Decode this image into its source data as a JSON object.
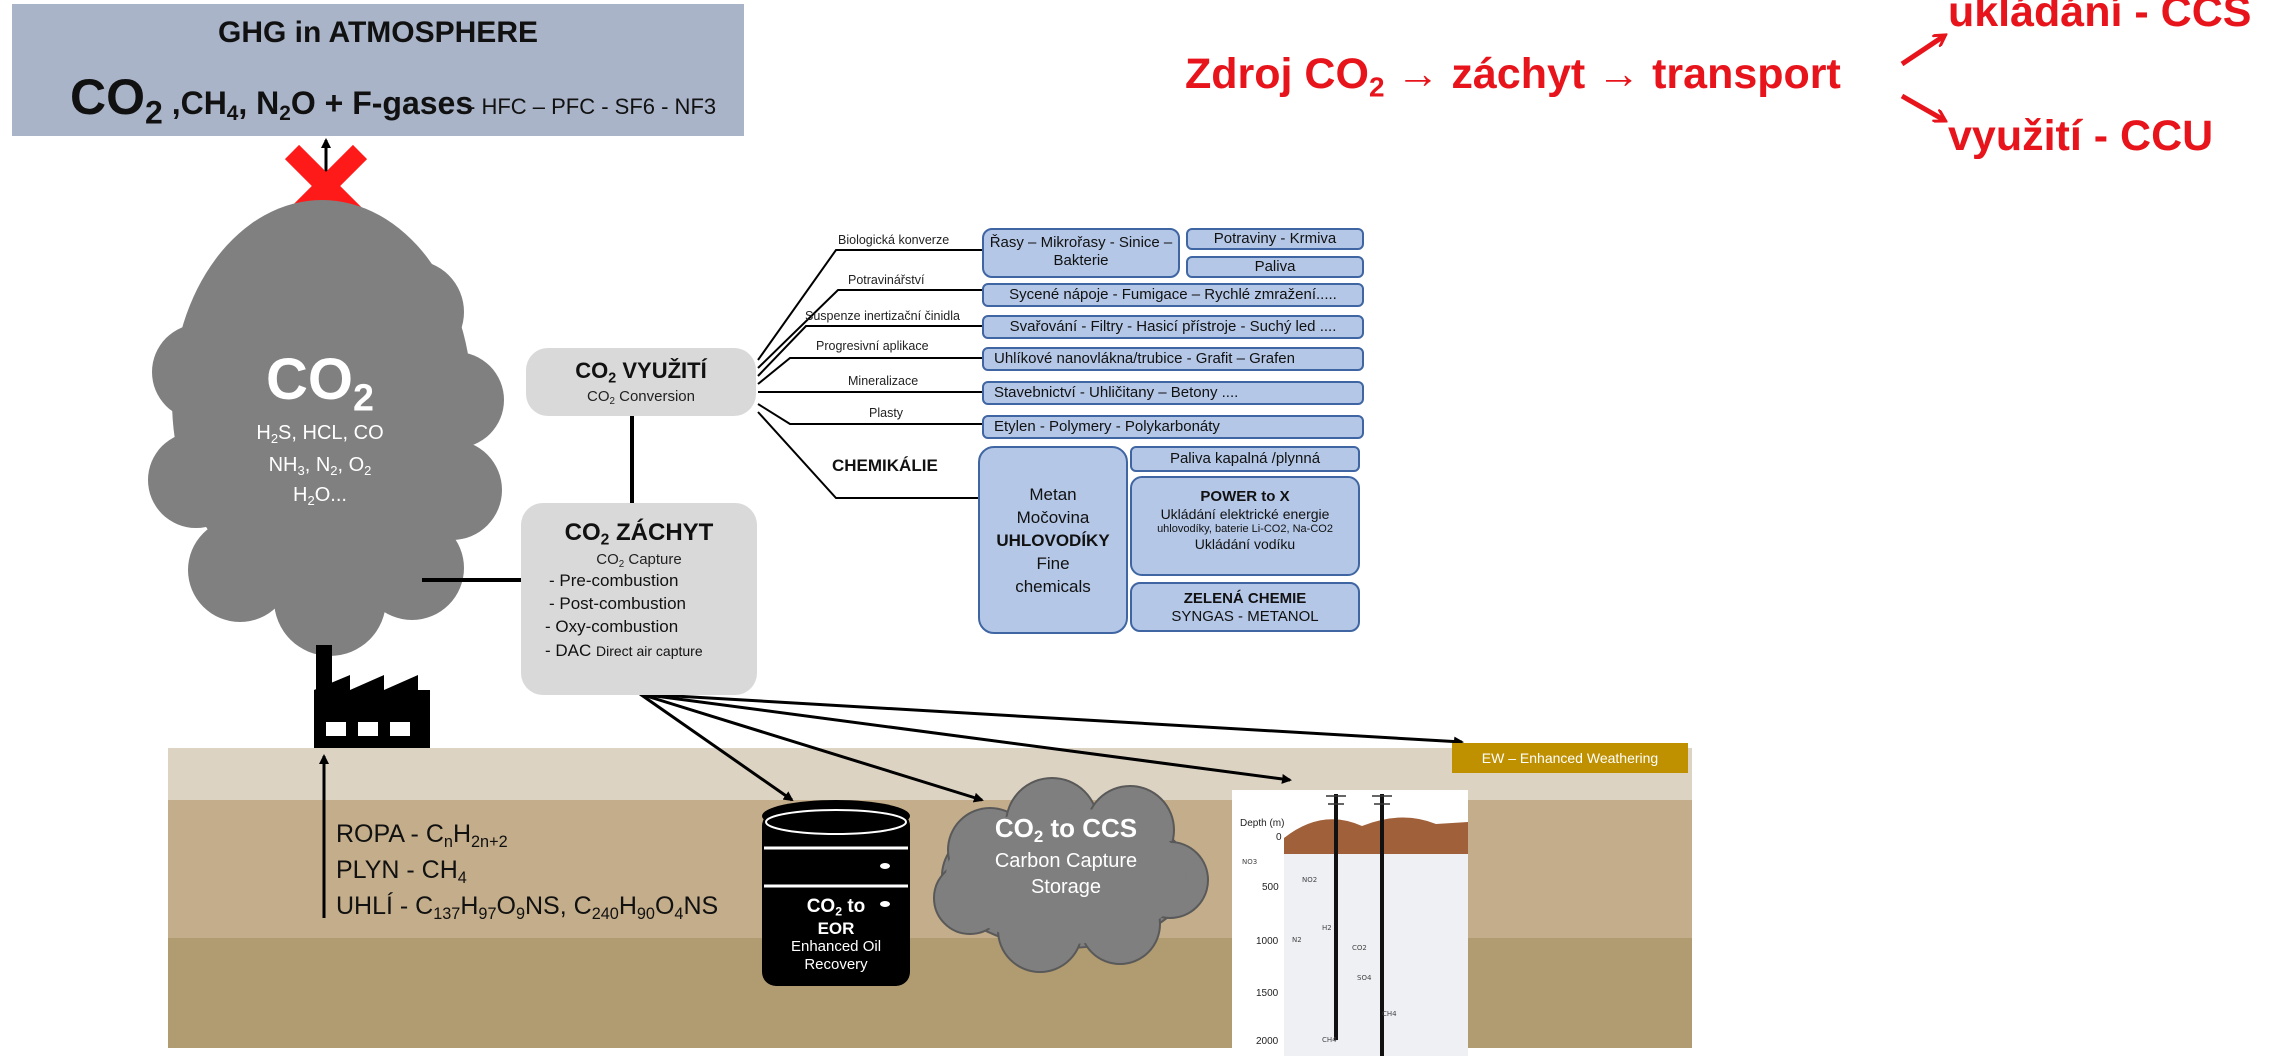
{
  "ghg": {
    "title": "GHG in ATMOSPHERE",
    "co2": "CO",
    "co2_sub": "2",
    "formula_rest_a": " ,CH",
    "ch4_sub": "4",
    "formula_rest_b": ", N",
    "n2o_sub": "2",
    "formula_rest_c": "O + F-gases",
    "fgases_list": "- HFC – PFC - SF6  - NF3"
  },
  "flow": {
    "source_a": "Zdroj CO",
    "source_sub": "2",
    "source_b": " → záchyt → transport",
    "ccs": "ukládání - CCS",
    "ccu": "využití - CCU"
  },
  "cloud": {
    "co2": "CO",
    "co2_sub": "2",
    "line1_a": "H",
    "line1_sub": "2",
    "line1_b": "S, HCL, CO",
    "line2_a": "NH",
    "line2_sub1": "3",
    "line2_b": ", N",
    "line2_sub2": "2",
    "line2_c": ", O",
    "line2_sub3": "2",
    "line3_a": "H",
    "line3_sub": "2",
    "line3_b": "O..."
  },
  "vyuziti": {
    "title_a": "CO",
    "title_sub": "2",
    "title_b": " VYUŽITÍ",
    "subtitle_a": "CO",
    "subtitle_sub": "2",
    "subtitle_b": " Conversion"
  },
  "zachyt": {
    "title_a": "CO",
    "title_sub": "2",
    "title_b": " ZÁCHYT",
    "subtitle_a": "CO",
    "subtitle_sub": "2",
    "subtitle_b": " Capture",
    "items": [
      "- Pre-combustion",
      "- Post-combustion",
      "-  Oxy-combustion",
      "-  DAC"
    ],
    "dac_detail": "Direct air capture"
  },
  "branches": {
    "labels": [
      "Biologická konverze",
      "Potravinářství",
      "Suspenze  inertizační činidla",
      "Progresivní aplikace",
      "Mineralizace",
      "Plasty",
      "CHEMIKÁLIE"
    ],
    "bio_box": "Řasy – Mikrořasy - Sinice –Bakterie",
    "bio_out1": "Potraviny - Krmiva",
    "bio_out2": "Paliva",
    "food": "Sycené nápoje  - Fumigace – Rychlé zmražení.....",
    "suspension": "Svařování  -  Filtry  - Hasicí přístroje  - Suchý led ....",
    "progressive": "Uhlíkové nanovlákna/trubice -  Grafit – Grafen",
    "mineral": "Stavebnictví  - Uhličitany – Betony ....",
    "plastics": "Etylen - Polymery - Polykarbonáty",
    "chem_box": [
      "Metan",
      "Močovina",
      "UHLOVODÍKY",
      "Fine",
      "chemicals"
    ],
    "fuels": "Paliva kapalná /plynná",
    "p2x_title": "POWER to X",
    "p2x_line1": "Ukládání  elektrické energie",
    "p2x_line2": "uhlovodíky, baterie Li-CO2, Na-CO2",
    "p2x_line3": "Ukládání vodíku",
    "green_title": "ZELENÁ CHEMIE",
    "green_sub": "SYNGAS - METANOL"
  },
  "ground": {
    "ropa_a": "ROPA - C",
    "ropa_sub1": "n",
    "ropa_b": "H",
    "ropa_sub2": "2n+2",
    "plyn_a": "PLYN  - CH",
    "plyn_sub": "4",
    "uhli_a": "UHLÍ  -  C",
    "uhli_s1": "137",
    "uhli_b": "H",
    "uhli_s2": "97",
    "uhli_c": "O",
    "uhli_s3": "9",
    "uhli_d": "NS,   C",
    "uhli_s4": "240",
    "uhli_e": "H",
    "uhli_s5": "90",
    "uhli_f": "O",
    "uhli_s6": "4",
    "uhli_g": "NS",
    "eor_a": "CO",
    "eor_sub": "2",
    "eor_b": "  to",
    "eor_c": "EOR",
    "eor_d": "Enhanced Oil",
    "eor_e": "Recovery",
    "ccs_a": "CO",
    "ccs_sub": "2",
    "ccs_b": "  to CCS",
    "ccs_c": "Carbon Capture",
    "ccs_d": "Storage",
    "ew": "EW – Enhanced Weathering"
  },
  "depth_figure": {
    "axis_title": "Depth (m)",
    "ticks": [
      "0",
      "500",
      "1000",
      "1500",
      "2000"
    ]
  },
  "colors": {
    "red": "#e8141b",
    "ghg_bg": "#a9b4c9",
    "cloud": "#808080",
    "blue_box": "#b4c7e7",
    "blue_border": "#3f66a3",
    "ew": "#bf9000",
    "ground_top": "#ddd3c3",
    "ground_mid": "#c3ad8a",
    "ground_deep": "#b19b70"
  }
}
